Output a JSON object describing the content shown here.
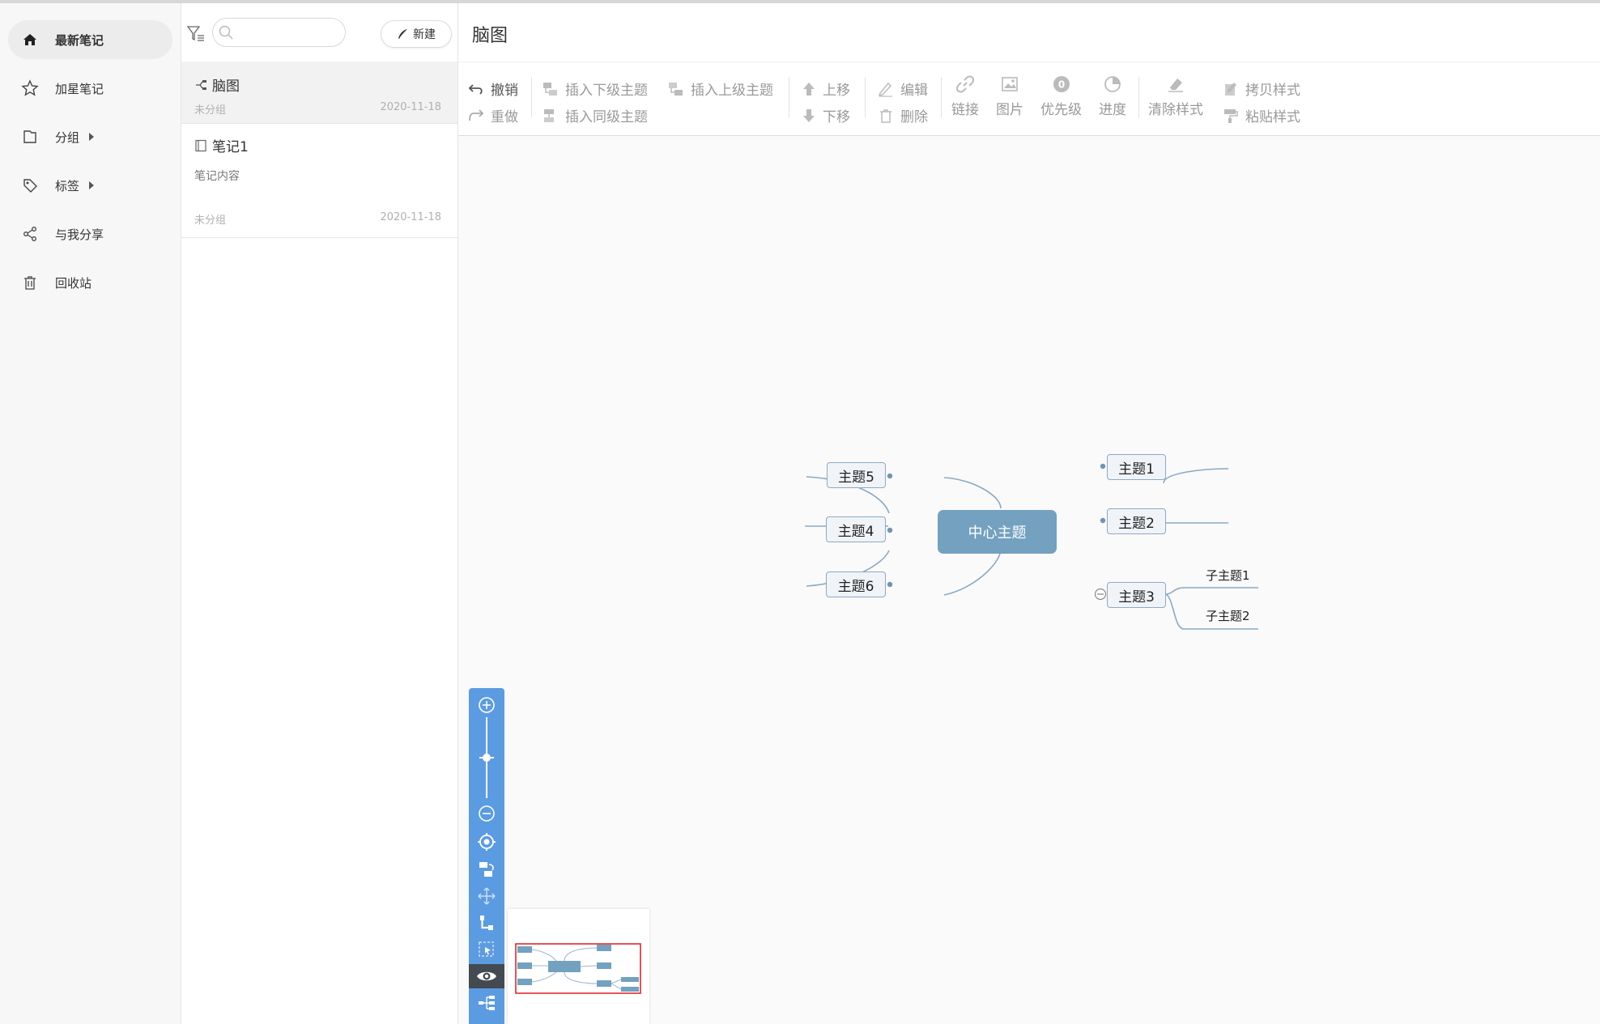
{
  "sidebar": {
    "items": [
      {
        "label": "最新笔记",
        "icon": "home-icon",
        "active": true
      },
      {
        "label": "加星笔记",
        "icon": "star-icon"
      },
      {
        "label": "分组",
        "icon": "folder-icon",
        "expandable": true
      },
      {
        "label": "标签",
        "icon": "tag-icon",
        "expandable": true
      },
      {
        "label": "与我分享",
        "icon": "share-icon"
      },
      {
        "label": "回收站",
        "icon": "trash-icon"
      }
    ]
  },
  "notelist": {
    "search": {
      "value": "",
      "placeholder": ""
    },
    "new_label": "新建",
    "notes": [
      {
        "title": "脑图",
        "type": "mindmap-icon",
        "group": "未分组",
        "date": "2020-11-18",
        "selected": true
      },
      {
        "title": "笔记1",
        "type": "note-icon",
        "content": "笔记内容",
        "group": "未分组",
        "date": "2020-11-18"
      }
    ]
  },
  "main": {
    "title": "脑图",
    "toolbar": {
      "undo": "撤销",
      "redo": "重做",
      "insert_child": "插入下级主题",
      "insert_parent": "插入上级主题",
      "insert_sibling": "插入同级主题",
      "move_up": "上移",
      "move_down": "下移",
      "edit": "编辑",
      "delete": "删除",
      "link": "链接",
      "image": "图片",
      "priority": "优先级",
      "progress": "进度",
      "clear_style": "清除样式",
      "copy_style": "拷贝样式",
      "paste_style": "粘贴样式"
    },
    "mindmap": {
      "center": "中心主题",
      "topic1": "主题1",
      "topic2": "主题2",
      "topic3": "主题3",
      "topic4": "主题4",
      "topic5": "主题5",
      "topic6": "主题6",
      "sub1": "子主题1",
      "sub2": "子主题2"
    },
    "zoom_level": 0.5
  },
  "colors": {
    "accent": "#5b9be2",
    "node_fill": "#73a1bf",
    "node_border": "#8da9c4",
    "minimap_frame": "#e0282e"
  }
}
